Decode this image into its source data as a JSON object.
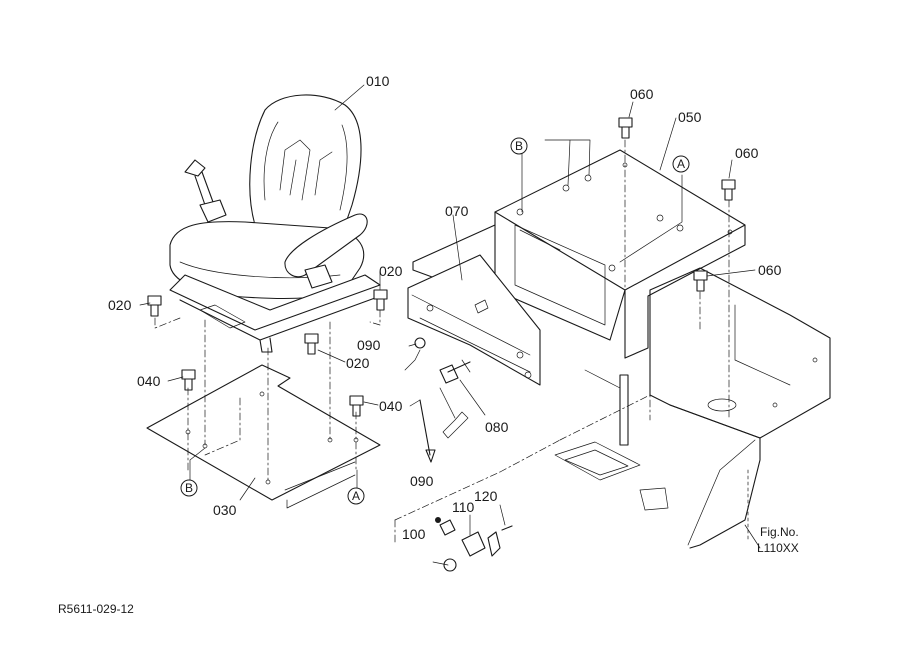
{
  "callouts": {
    "c010": "010",
    "c020a": "020",
    "c020b": "020",
    "c020c": "020",
    "c030": "030",
    "c040a": "040",
    "c040b": "040",
    "c050": "050",
    "c060a": "060",
    "c060b": "060",
    "c060c": "060",
    "c070": "070",
    "c080": "080",
    "c090a": "090",
    "c090b": "090",
    "c100": "100",
    "c110": "110",
    "c120": "120"
  },
  "refs": {
    "a": "A",
    "b": "B"
  },
  "fig": {
    "label": "Fig.No.",
    "number": "L110XX"
  },
  "drawing_code": "R5611-029-12"
}
